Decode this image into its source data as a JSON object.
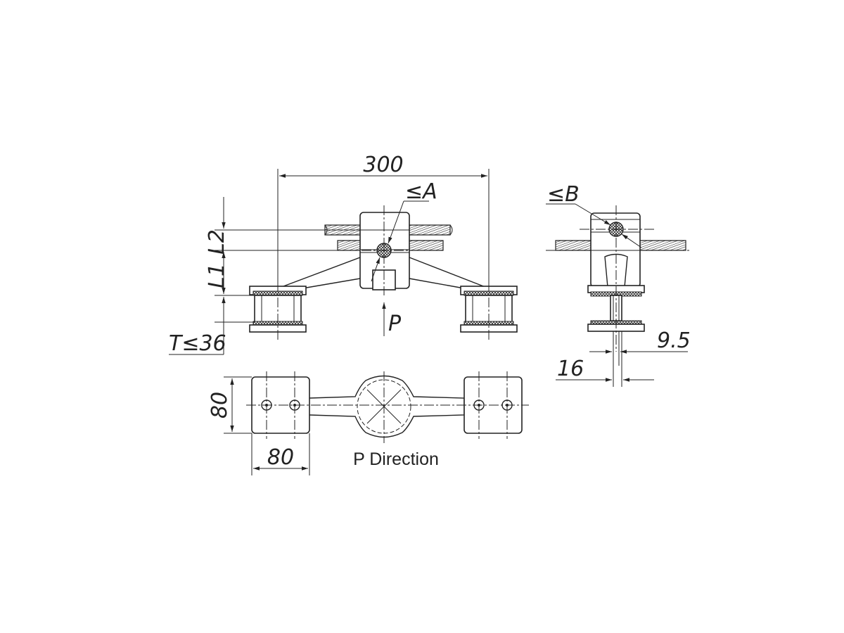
{
  "labels": {
    "overall_width": "300",
    "clamp_a": "≤A",
    "clamp_b": "≤B",
    "l2": "L2",
    "l1": "L1",
    "thickness": "T≤36",
    "load": "P",
    "dim_9_5": "9.5",
    "dim_16": "16",
    "pad_height": "80",
    "pad_width": "80",
    "view_caption": "P Direction"
  }
}
